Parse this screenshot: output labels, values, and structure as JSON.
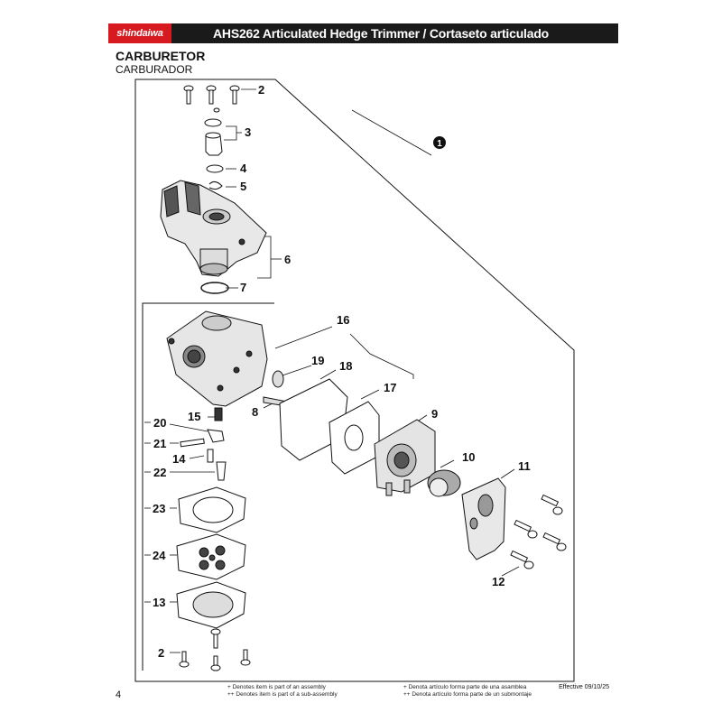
{
  "header": {
    "logo": "shindaiwa",
    "title": "AHS262 Articulated Hedge Trimmer / Cortaseto articulado"
  },
  "section": {
    "title": "CARBURETOR",
    "subtitle": "CARBURADOR"
  },
  "callouts": {
    "c1": "1",
    "c2a": "2",
    "c2b": "2",
    "c3": "3",
    "c4": "4",
    "c5": "5",
    "c6": "6",
    "c7": "7",
    "c8": "8",
    "c9": "9",
    "c10": "10",
    "c11": "11",
    "c12": "12",
    "c13": "13",
    "c14": "14",
    "c15": "15",
    "c16": "16",
    "c17": "17",
    "c18": "18",
    "c19": "19",
    "c20": "20",
    "c21": "21",
    "c22": "22",
    "c23": "23",
    "c24": "24"
  },
  "footer": {
    "page": "4",
    "note_en_1": "+ Denotes item is part of an assembly",
    "note_en_2": "++ Denotes item is part of a sub-assembly",
    "note_es_1": "+ Denota artículo forma parte de una asamblea",
    "note_es_2": "++ Denota artículo forma parte de un submontaje",
    "effective": "Effective 09/10/25"
  },
  "colors": {
    "header_bg": "#1a1a1a",
    "logo_red": "#d71920"
  }
}
